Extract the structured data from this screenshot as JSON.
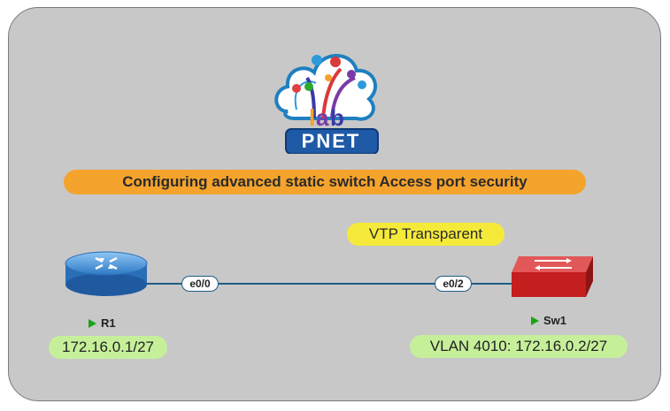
{
  "logo": {
    "text": "PNET"
  },
  "title": "Configuring advanced static switch Access port security",
  "vtp_label": "VTP Transparent",
  "links": [
    {
      "from": "R1",
      "to": "Sw1",
      "from_port": "e0/0",
      "to_port": "e0/2"
    }
  ],
  "nodes": {
    "router": {
      "name": "R1",
      "ip": "172.16.0.1/27",
      "status": "running"
    },
    "switch": {
      "name": "Sw1",
      "ip": "VLAN 4010: 172.16.0.2/27",
      "status": "running"
    }
  },
  "colors": {
    "canvas": "#c8c8c8",
    "title_banner": "#f4a32c",
    "vtp_label": "#f5ea3a",
    "ip_label": "#c6ef9a",
    "link": "#1f5c85",
    "router": "#3d8fd6",
    "switch": "#cc2222",
    "status_running": "#1aa31a"
  }
}
